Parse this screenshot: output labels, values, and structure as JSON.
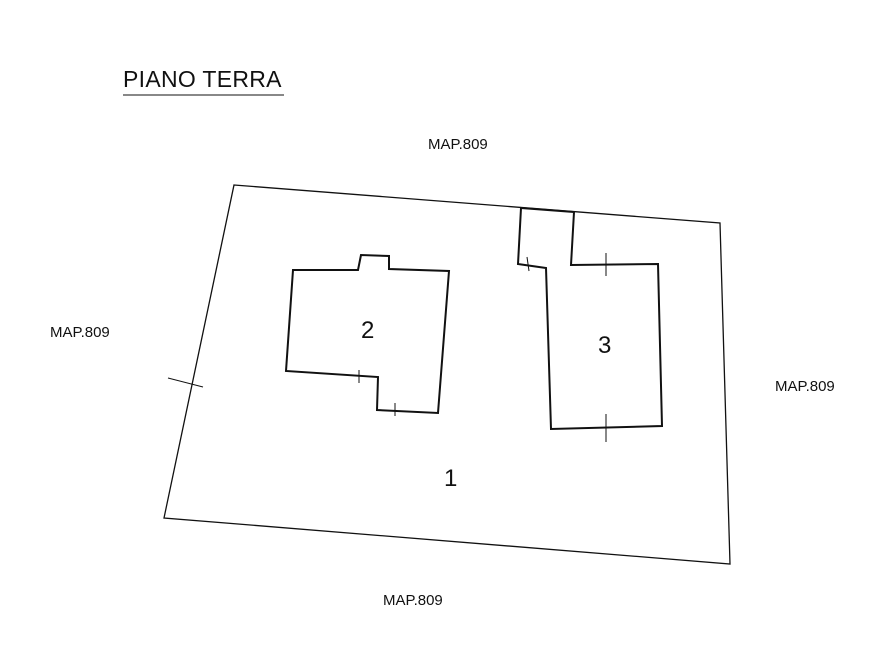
{
  "title": "PIANO TERRA",
  "boundary_labels": {
    "north": "MAP.809",
    "west": "MAP.809",
    "east": "MAP.809",
    "south": "MAP.809"
  },
  "parcels": {
    "p1": "1",
    "p2": "2",
    "p3": "3"
  },
  "colors": {
    "line": "#111111",
    "background": "#ffffff"
  }
}
